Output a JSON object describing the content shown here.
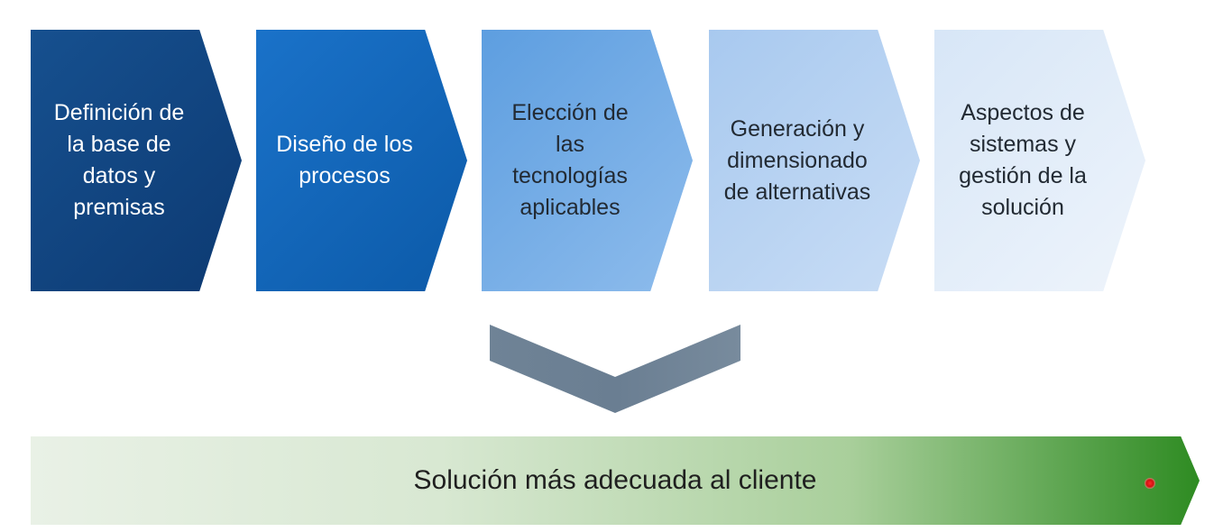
{
  "steps": [
    {
      "label": "Definición de\nla base de\ndatos y\npremisas",
      "color": "#16508f"
    },
    {
      "label": "Diseño de los\nprocesos",
      "color": "#1a72c9"
    },
    {
      "label": "Elección de\nlas\ntecnologías\naplicables",
      "color": "#5d9ee0"
    },
    {
      "label": "Generación y\ndimensionado\nde alternativas",
      "color": "#a8c9ef"
    },
    {
      "label": "Aspectos de\nsistemas y\ngestión de la\nsolución",
      "color": "#d7e6f7"
    }
  ],
  "result": {
    "label": "Solución más adecuada al cliente",
    "color": "#2e8b22"
  },
  "connector": {
    "icon": "chevron-down-icon",
    "color": "#6b7f93"
  }
}
